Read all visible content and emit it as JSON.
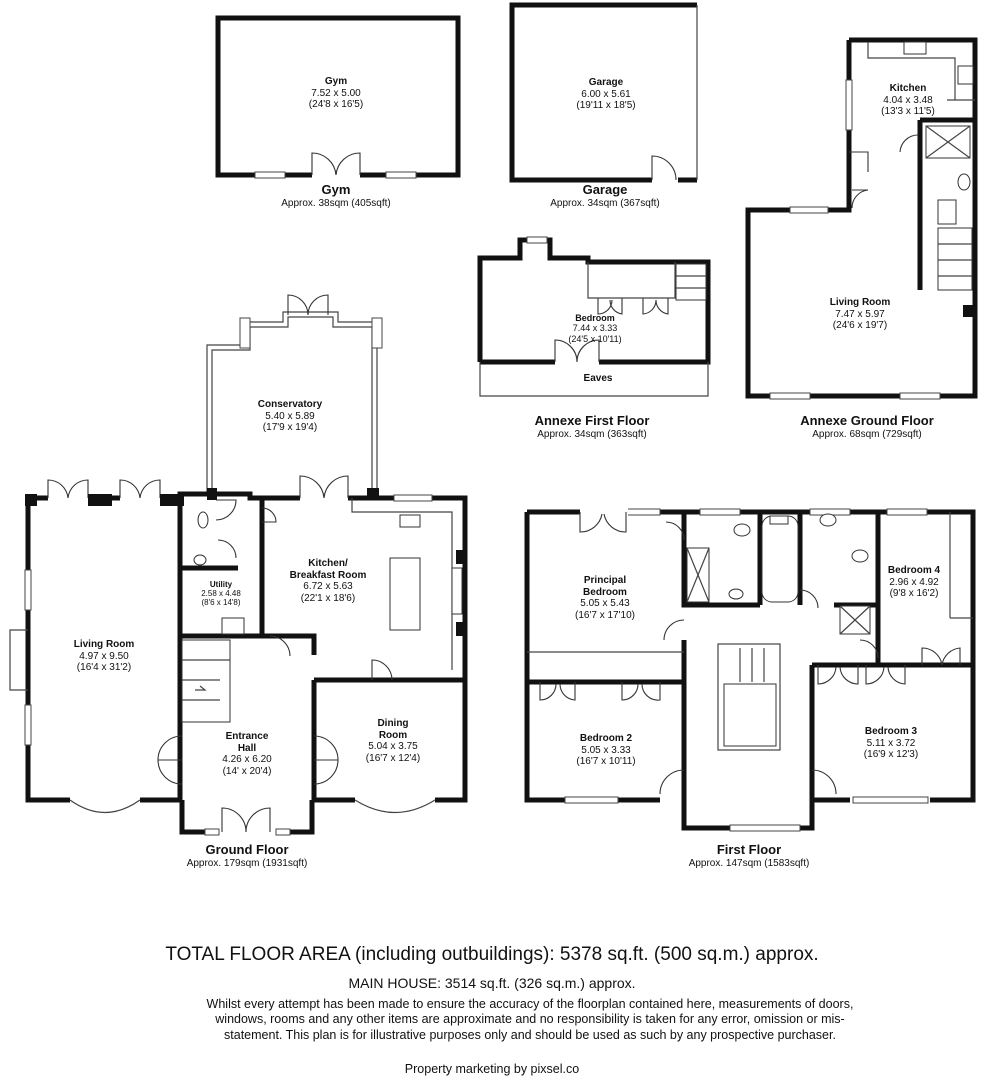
{
  "plans": {
    "gym": {
      "floor_name": "Gym",
      "floor_area": "Approx. 38sqm (405sqft)",
      "rooms": [
        {
          "name": "Gym",
          "dims": "7.52 x 5.00",
          "imperial": "(24'8 x 16'5)"
        }
      ]
    },
    "garage": {
      "floor_name": "Garage",
      "floor_area": "Approx. 34sqm (367sqft)",
      "rooms": [
        {
          "name": "Garage",
          "dims": "6.00 x 5.61",
          "imperial": "(19'11 x 18'5)"
        }
      ]
    },
    "annexe_first": {
      "floor_name": "Annexe First Floor",
      "floor_area": "Approx. 34sqm (363sqft)",
      "rooms": [
        {
          "name": "Bedroom",
          "dims": "7.44 x 3.33",
          "imperial": "(24'5 x 10'11)"
        },
        {
          "name": "Eaves"
        }
      ]
    },
    "annexe_ground": {
      "floor_name": "Annexe Ground Floor",
      "floor_area": "Approx. 68sqm (729sqft)",
      "rooms": [
        {
          "name": "Kitchen",
          "dims": "4.04 x 3.48",
          "imperial": "(13'3 x 11'5)"
        },
        {
          "name": "Living Room",
          "dims": "7.47 x 5.97",
          "imperial": "(24'6 x 19'7)"
        }
      ]
    },
    "ground": {
      "floor_name": "Ground Floor",
      "floor_area": "Approx. 179sqm (1931sqft)",
      "rooms": [
        {
          "name": "Conservatory",
          "dims": "5.40 x 5.89",
          "imperial": "(17'9 x 19'4)"
        },
        {
          "name": "Kitchen/",
          "name2": "Breakfast Room",
          "dims": "6.72 x 5.63",
          "imperial": "(22'1 x 18'6)"
        },
        {
          "name": "Utility",
          "dims": "2.58 x 4.48",
          "imperial": "(8'6 x 14'8)"
        },
        {
          "name": "Living Room",
          "dims": "4.97 x 9.50",
          "imperial": "(16'4 x 31'2)"
        },
        {
          "name": "Entrance",
          "name2": "Hall",
          "dims": "4.26 x 6.20",
          "imperial": "(14' x 20'4)"
        },
        {
          "name": "Dining",
          "name2": "Room",
          "dims": "5.04 x 3.75",
          "imperial": "(16'7 x 12'4)"
        }
      ]
    },
    "first": {
      "floor_name": "First Floor",
      "floor_area": "Approx. 147sqm (1583sqft)",
      "rooms": [
        {
          "name": "Principal",
          "name2": "Bedroom",
          "dims": "5.05 x 5.43",
          "imperial": "(16'7 x 17'10)"
        },
        {
          "name": "Bedroom 4",
          "dims": "2.96 x 4.92",
          "imperial": "(9'8 x 16'2)"
        },
        {
          "name": "Bedroom 2",
          "dims": "5.05 x 3.33",
          "imperial": "(16'7 x 10'11)"
        },
        {
          "name": "Bedroom 3",
          "dims": "5.11 x 3.72",
          "imperial": "(16'9 x 12'3)"
        }
      ]
    }
  },
  "footer": {
    "total": "TOTAL FLOOR AREA (including outbuildings): 5378 sq.ft. (500 sq.m.) approx.",
    "main_house": "MAIN HOUSE: 3514 sq.ft. (326 sq.m.) approx.",
    "disclaimer": "Whilst every attempt has been made to ensure the accuracy of the floorplan contained here, measurements of doors, windows, rooms and any other items are approximate and no responsibility is taken for any error, omission or mis-statement. This plan is for illustrative purposes only and should be used as such by any prospective purchaser.",
    "marketing": "Property marketing by pixsel.co"
  }
}
